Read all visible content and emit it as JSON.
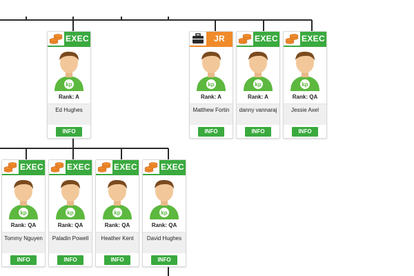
{
  "colors": {
    "exec": "#3aaa3f",
    "jr": "#f08b2a",
    "connector": "#2a2a2a"
  },
  "cards": [
    {
      "badge": "EXEC",
      "level": "exec",
      "icon": "coins-icon",
      "rank": "Rank: A",
      "name": "Ed Hughes",
      "info": "INFO"
    },
    {
      "badge": "JR",
      "level": "jr",
      "icon": "briefcase-icon",
      "rank": "Rank: A",
      "name": "Matthew Fortin",
      "info": "INFO"
    },
    {
      "badge": "EXEC",
      "level": "exec",
      "icon": "coins-icon",
      "rank": "Rank: A",
      "name": "danny vannaraj",
      "info": "INFO"
    },
    {
      "badge": "EXEC",
      "level": "exec",
      "icon": "coins-icon",
      "rank": "Rank: QA",
      "name": "Jessie Axel",
      "info": "INFO"
    },
    {
      "badge": "EXEC",
      "level": "exec",
      "icon": "coins-icon",
      "rank": "Rank: QA",
      "name": "Tommy Nguyen",
      "info": "INFO"
    },
    {
      "badge": "EXEC",
      "level": "exec",
      "icon": "coins-icon",
      "rank": "Rank: QA",
      "name": "Paladin Powell",
      "info": "INFO"
    },
    {
      "badge": "EXEC",
      "level": "exec",
      "icon": "coins-icon",
      "rank": "Rank: QA",
      "name": "Heather Kent",
      "info": "INFO"
    },
    {
      "badge": "EXEC",
      "level": "exec",
      "icon": "coins-icon",
      "rank": "Rank: QA",
      "name": "David Hughes",
      "info": "INFO"
    }
  ]
}
